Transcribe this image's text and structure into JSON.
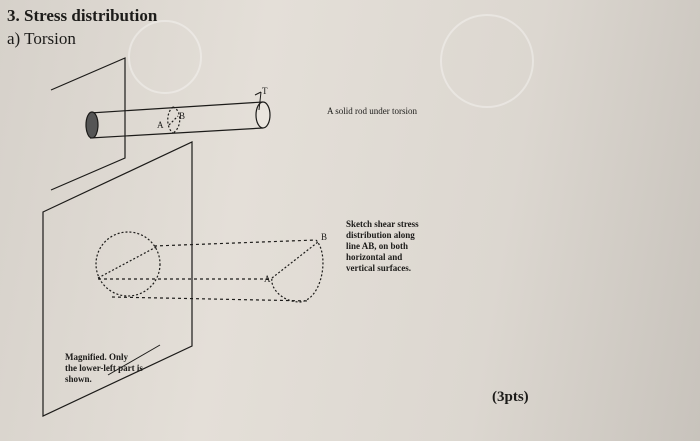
{
  "heading": "3. Stress distribution",
  "subheading": "a) Torsion",
  "caption_solid_rod": "A solid rod under torsion",
  "caption_sketch": "Sketch shear stress\ndistribution along\nline AB, on both\nhorizontal and\nvertical surfaces.",
  "caption_magnified": "Magnified. Only\nthe lower-left part is\nshown.",
  "points": "(3pts)",
  "labels": {
    "A_rod": "A",
    "B_rod": "B",
    "T": "T",
    "A_mag": "A",
    "B_mag": "B"
  }
}
